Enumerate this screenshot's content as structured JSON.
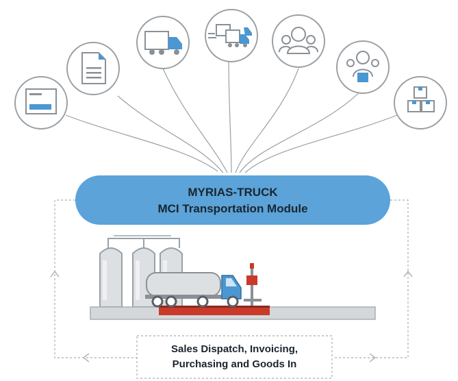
{
  "module": {
    "line1": "MYRIAS-TRUCK",
    "line2": "MCI Transportation Module"
  },
  "bottom_box": {
    "line1": "Sales Dispatch, Invoicing,",
    "line2": "Purchasing and Goods In"
  },
  "icons": [
    {
      "name": "screen-form-icon"
    },
    {
      "name": "document-icon"
    },
    {
      "name": "delivery-truck-icon"
    },
    {
      "name": "fleet-trucks-icon"
    },
    {
      "name": "users-group-icon"
    },
    {
      "name": "team-package-icon"
    },
    {
      "name": "stacked-boxes-icon"
    }
  ],
  "colors": {
    "accent_blue": "#4a97d2",
    "module_fill": "#5ba3d9",
    "line_gray": "#9aa0a5",
    "dark_text": "#1a2530",
    "scale_red": "#c93a2a"
  }
}
